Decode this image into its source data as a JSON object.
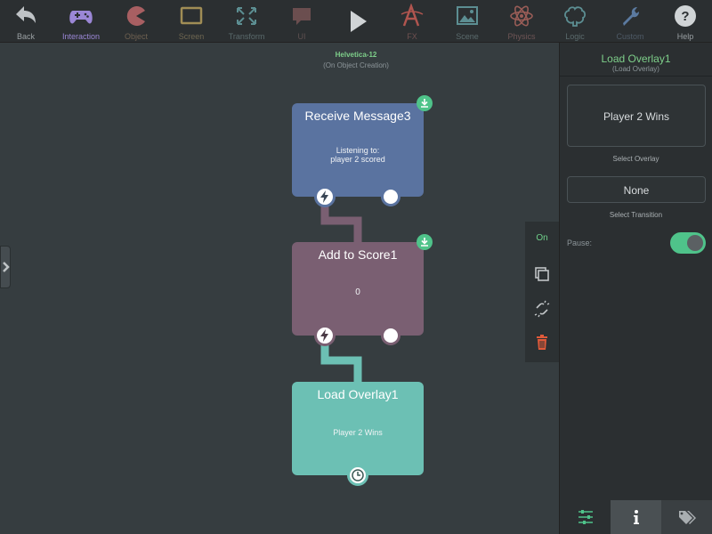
{
  "toolbar": {
    "items": [
      {
        "label": "Back",
        "icon": "back-arrow-icon",
        "color": "#bfc3c6",
        "enabled": true
      },
      {
        "label": "Interaction",
        "icon": "gamepad-icon",
        "color": "#9b87d6",
        "enabled": true,
        "active": true
      },
      {
        "label": "Object",
        "icon": "pacman-icon",
        "color": "#a85f62",
        "enabled": false
      },
      {
        "label": "Screen",
        "icon": "screen-icon",
        "color": "#a08d55",
        "enabled": false
      },
      {
        "label": "Transform",
        "icon": "expand-icon",
        "color": "#5c8e92",
        "enabled": false
      },
      {
        "label": "UI",
        "icon": "speech-bubble-icon",
        "color": "#8a5b5b",
        "enabled": false
      },
      {
        "label": "",
        "icon": "play-icon",
        "color": "#d0d4d6",
        "enabled": true
      },
      {
        "label": "FX",
        "icon": "fx-icon",
        "color": "#b0554f",
        "enabled": false
      },
      {
        "label": "Scene",
        "icon": "landscape-icon",
        "color": "#5c8e92",
        "enabled": false
      },
      {
        "label": "Physics",
        "icon": "atom-icon",
        "color": "#9a5d57",
        "enabled": false
      },
      {
        "label": "Logic",
        "icon": "brain-icon",
        "color": "#5c8e92",
        "enabled": false
      },
      {
        "label": "Custom",
        "icon": "wrench-icon",
        "color": "#5b7aa0",
        "enabled": false
      },
      {
        "label": "Help",
        "icon": "question-icon",
        "color": "#d0d4d6",
        "enabled": true
      }
    ]
  },
  "canvas": {
    "scene_name": "Helvetica-12",
    "scene_trigger": "(On Object Creation)"
  },
  "nodes": [
    {
      "title": "Receive Message3",
      "line1": "Listening to:",
      "line2": "player 2 scored",
      "color": "#5a73a0"
    },
    {
      "title": "Add to Score1",
      "line1": "0",
      "color": "#7a5f72"
    },
    {
      "title": "Load Overlay1",
      "line1": "Player 2 Wins",
      "color": "#6cc0b4"
    }
  ],
  "context_strip": {
    "on_label": "On",
    "icons": [
      "duplicate-icon",
      "unlink-icon",
      "trash-icon"
    ]
  },
  "panel": {
    "title": "Load Overlay1",
    "subtitle": "(Load Overlay)",
    "overlay_value": "Player 2 Wins",
    "overlay_caption": "Select Overlay",
    "transition_value": "None",
    "transition_caption": "Select Transition",
    "pause_label": "Pause:",
    "pause_on": true,
    "tabs": [
      "sliders-icon",
      "info-icon",
      "tags-icon"
    ]
  },
  "colors": {
    "accent_green": "#4fc38a",
    "canvas_bg": "#363d40",
    "panel_bg": "#2b2f31"
  }
}
